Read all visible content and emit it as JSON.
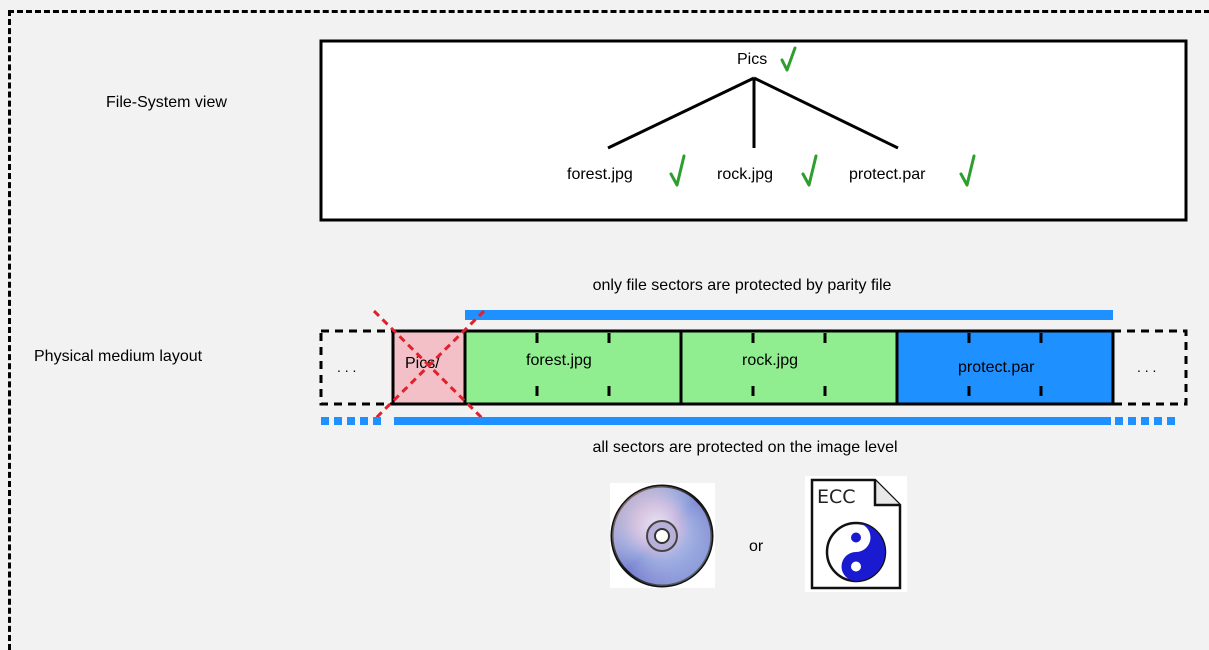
{
  "labels": {
    "fs_view": "File-System view",
    "physical": "Physical medium layout",
    "file_protect": "only file sectors are protected by parity file",
    "image_protect": "all sectors are protected on the image level",
    "or": "or"
  },
  "tree": {
    "root": "Pics",
    "children": [
      "forest.jpg",
      "rock.jpg",
      "protect.par"
    ]
  },
  "layout": {
    "ellipsis_left": ". . .",
    "ellipsis_right": ". . .",
    "blocks": [
      "Pics/",
      "forest.jpg",
      "rock.jpg",
      "protect.par"
    ]
  },
  "colors": {
    "dir_block": "#f4c0c8",
    "file_block": "#90ee90",
    "parity_block": "#1e90ff",
    "protect_bar": "#1e90ff",
    "check": "#2e9e2e",
    "cross": "#e0202a"
  },
  "icons": [
    "cd-disc-icon",
    "ecc-yin-yang-file-icon"
  ]
}
